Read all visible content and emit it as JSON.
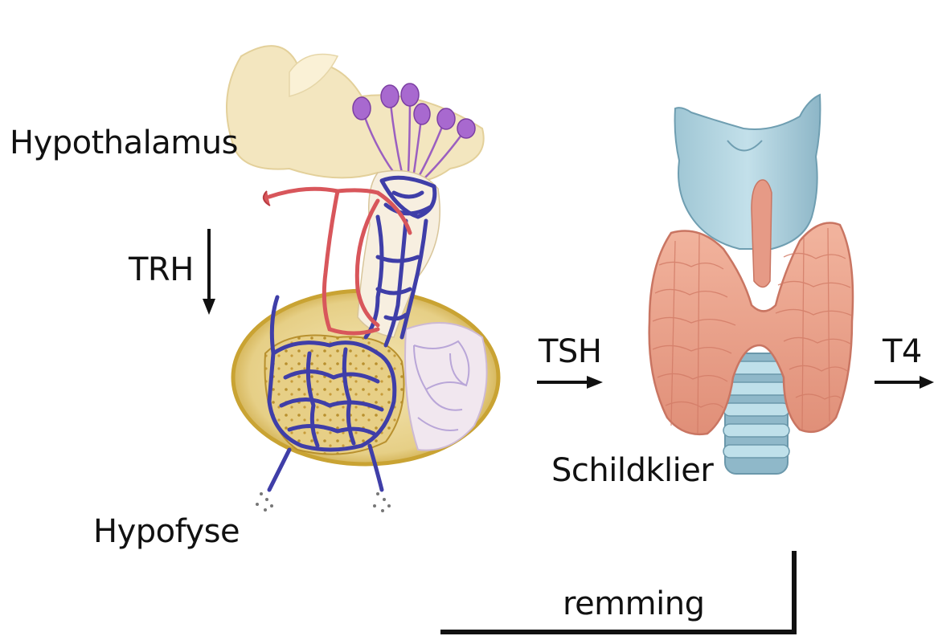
{
  "labels": {
    "hypothalamus": "Hypothalamus",
    "trh": "TRH",
    "hypofyse": "Hypofyse",
    "tsh": "TSH",
    "schildklier": "Schildklier",
    "t4": "T4",
    "remming": "remming"
  },
  "colors": {
    "hypothalamus_tissue": "#f3e6bf",
    "neuron": "#9b5fc0",
    "vein": "#3f3ea8",
    "artery": "#d8565b",
    "gland_rim": "#d9b640",
    "gland_fill": "#e9d6a0",
    "posterior_lobe": "#efe4ee",
    "larynx": "#a9cfdc",
    "trachea": "#8fb8c9",
    "thyroid": "#ea9a84",
    "arrow": "#111111"
  }
}
